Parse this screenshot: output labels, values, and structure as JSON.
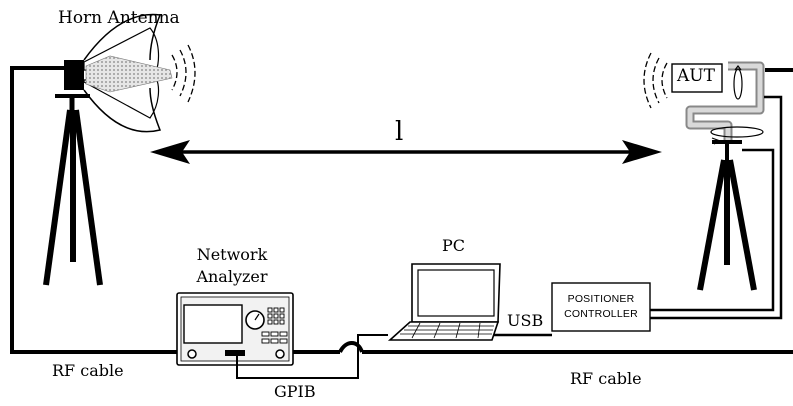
{
  "labels": {
    "horn_antenna": "Horn Antenna",
    "distance": "l",
    "network_analyzer_line1": "Network",
    "network_analyzer_line2": "Analyzer",
    "pc": "PC",
    "usb": "USB",
    "positioner_line1": "POSITIONER",
    "positioner_line2": "CONTROLLER",
    "aut": "AUT",
    "rf_cable_left": "RF cable",
    "rf_cable_right": "RF cable",
    "gpib": "GPIB"
  }
}
